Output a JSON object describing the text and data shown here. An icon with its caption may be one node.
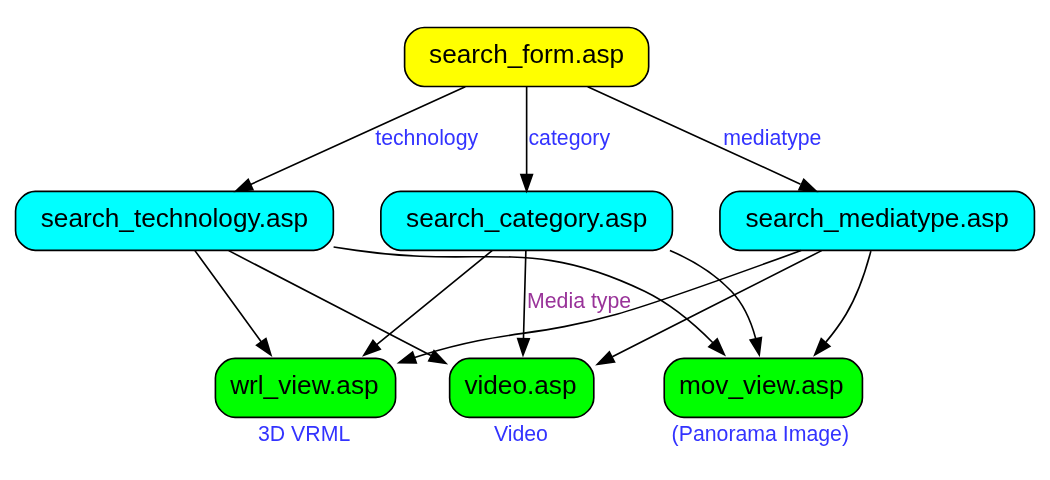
{
  "diagram": {
    "nodes": [
      {
        "text": [
          "search_form.asp"
        ]
      },
      {
        "text": [
          "search_technology.asp"
        ]
      },
      {
        "text": [
          "search_category.asp"
        ]
      },
      {
        "text": [
          "search_mediatype.asp"
        ]
      },
      {
        "text": [
          "wrl_view.asp"
        ],
        "beside": [
          "3D VRML"
        ]
      },
      {
        "text": [
          "video.asp"
        ],
        "beside": [
          "Video"
        ]
      },
      {
        "text": [
          "mov_view.asp"
        ],
        "beside": [
          "(Panorama Image)"
        ]
      }
    ],
    "edges": [
      {
        "from": 0,
        "to": 1,
        "arrow": "to",
        "label": "technology"
      },
      {
        "from": 0,
        "to": 2,
        "arrow": "to",
        "label": "category"
      },
      {
        "from": 0,
        "to": 3,
        "arrow": "to",
        "label": "mediatype"
      },
      {
        "from": 1,
        "to": 4,
        "arrow": "to"
      },
      {
        "from": 1,
        "to": 5,
        "arrow": "to"
      },
      {
        "from": 1,
        "to": 6,
        "arrow": "to"
      },
      {
        "from": 2,
        "to": 4,
        "arrow": "to"
      },
      {
        "from": 2,
        "to": 5,
        "arrow": "to",
        "label": "Media type"
      },
      {
        "from": 2,
        "to": 6,
        "arrow": "to"
      },
      {
        "from": 3,
        "to": 4,
        "arrow": "to"
      },
      {
        "from": 3,
        "to": 5,
        "arrow": "to"
      },
      {
        "from": 3,
        "to": 6,
        "arrow": "to"
      }
    ]
  }
}
